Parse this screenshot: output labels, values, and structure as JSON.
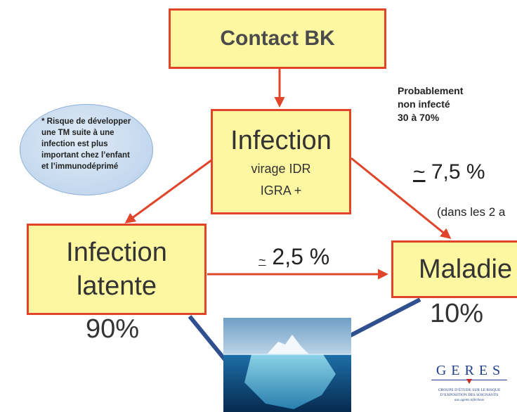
{
  "nodes": {
    "contact": "Contact BK",
    "infection": {
      "title": "Infection",
      "line1": "virage IDR",
      "line2": "IGRA +"
    },
    "latent": {
      "line1": "Infection",
      "line2": "latente"
    },
    "maladie": "Maladie"
  },
  "labels": {
    "probably_line1": "Probablement",
    "probably_line2": "non infecté",
    "probably_line3": "30 à 70%",
    "pct_75": "7,5 %",
    "pct_75_tilde": "~",
    "two_years": "(dans les 2 a",
    "pct_25": "2,5 %",
    "pct_25_tilde": "~",
    "pct_90": "90%",
    "pct_10": "10%"
  },
  "bubble": {
    "line1": "* Risque de développer",
    "line2": "une TM suite à une",
    "line3": "infection est plus",
    "line4": "important chez l’enfant",
    "line5": "et l’immunodéprimé"
  },
  "logo": {
    "letters": "GERES",
    "line1": "GROUPE D’ÉTUDE SUR LE RISQUE",
    "line2": "D’EXPOSITION DES SOIGNANTS",
    "line3": "aux agents infectieux"
  },
  "colors": {
    "box_fill": "#fdf7a1",
    "box_border": "#e0452a",
    "arrow_red": "#e0452a",
    "arrow_blue": "#2f4f8f",
    "bubble_fill": "#c9dcf0",
    "logo_blue": "#1f3f86",
    "logo_red": "#c62828"
  }
}
